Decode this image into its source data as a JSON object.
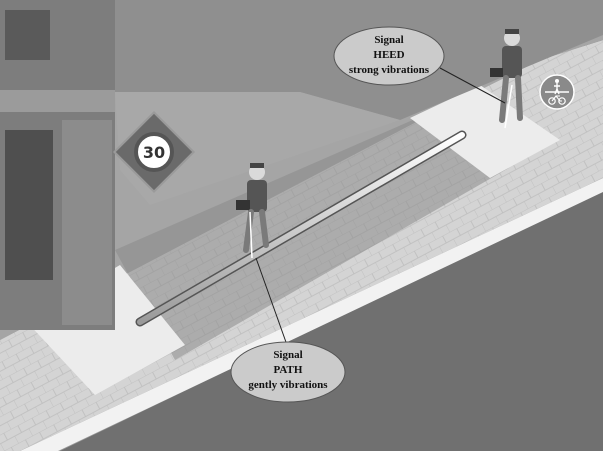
{
  "speed_sign": {
    "value": "30"
  },
  "callouts": [
    {
      "id": "heed",
      "lines": [
        "Signal",
        "HEED",
        "strong vibrations"
      ]
    },
    {
      "id": "path",
      "lines": [
        "Signal",
        "PATH",
        "gently vibrations"
      ]
    }
  ],
  "shared_path_sign": {
    "icons": [
      "pedestrian-icon",
      "bicycle-icon"
    ]
  },
  "colors": {
    "road": "#707070",
    "sidewalk": "#d6d6d6",
    "crossing_zone": "#e6e6e6",
    "building": "#8c8c8c",
    "callout_fill": "#c9c9c9"
  }
}
